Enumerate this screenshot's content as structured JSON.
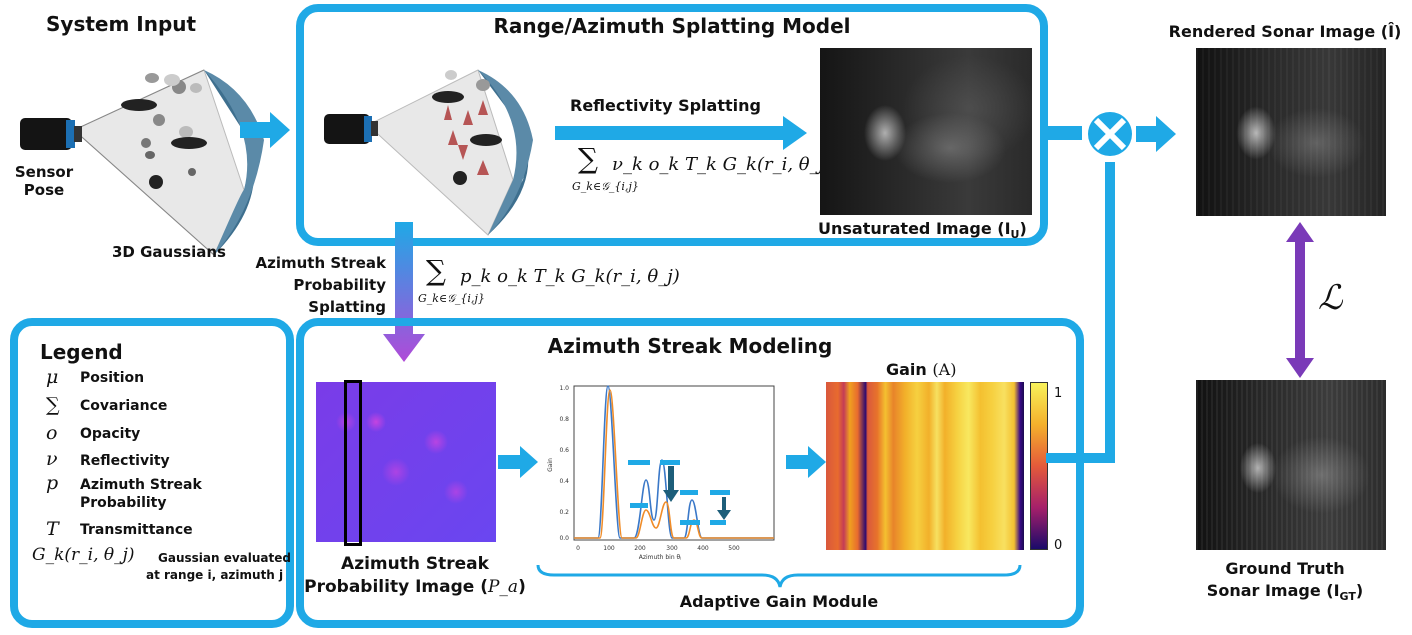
{
  "system_input": {
    "title": "System Input",
    "sensor_label_1": "Sensor",
    "sensor_label_2": "Pose",
    "gaussians_label": "3D Gaussians"
  },
  "splatting_model": {
    "title": "Range/Azimuth Splatting Model",
    "reflectivity_label": "Reflectivity Splatting",
    "reflectivity_eq_sum": "∑",
    "reflectivity_eq_sub": "G_k∈𝒢_{i,j}",
    "reflectivity_eq_body": "ν_k o_k T_k G_k(r_i, θ_j)",
    "unsaturated_label": "Unsaturated Image (I",
    "unsaturated_sub": "U",
    "unsaturated_close": ")"
  },
  "streak_splatting": {
    "label_1": "Azimuth Streak",
    "label_2": "Probability",
    "label_3": "Splatting",
    "eq_body": "p_k o_k T_k G_k(r_i, θ_j)",
    "eq_sub": "G_k∈𝒢_{i,j}"
  },
  "legend": {
    "title": "Legend",
    "items": [
      {
        "symbol": "μ",
        "text": "Position"
      },
      {
        "symbol": "∑",
        "text": "Covariance"
      },
      {
        "symbol": "o",
        "text": "Opacity"
      },
      {
        "symbol": "ν",
        "text": "Reflectivity"
      },
      {
        "symbol": "p",
        "text": "Azimuth Streak"
      },
      {
        "symbol": "",
        "text": "Probability"
      },
      {
        "symbol": "T",
        "text": "Transmittance"
      }
    ],
    "gk_symbol": "G_k(r_i, θ_j)",
    "gk_text_1": "Gaussian evaluated",
    "gk_text_2": "at range i, azimuth j"
  },
  "streak_modeling": {
    "title": "Azimuth Streak Modeling",
    "prob_image_label_1": "Azimuth Streak",
    "prob_image_label_2": "Probability Image (",
    "prob_image_sym": "P_a",
    "prob_image_close": ")",
    "gain_title": "Gain",
    "gain_sym": "(A)",
    "colorbar_max": "1",
    "colorbar_min": "0",
    "adaptive_gain_label": "Adaptive Gain Module",
    "mini_plot": {
      "ylabel": "Gain",
      "xlabel": "Azimuth bin θⱼ",
      "xticks": [
        "0",
        "100",
        "200",
        "300",
        "400",
        "500"
      ],
      "yticks": [
        "1.0",
        "0.8",
        "0.6",
        "0.4",
        "0.2",
        "0.0"
      ]
    }
  },
  "output": {
    "rendered_label": "Rendered Sonar Image (Î)",
    "loss_symbol": "ℒ",
    "gt_label_1": "Ground Truth",
    "gt_label_2": "Sonar Image (I",
    "gt_sub": "GT",
    "gt_close": ")"
  },
  "colors": {
    "accent_blue": "#1fa9e6",
    "purple": "#7a3ab8",
    "magenta_arrow": "#b04ad8",
    "dark_teal": "#1d5e7a"
  }
}
